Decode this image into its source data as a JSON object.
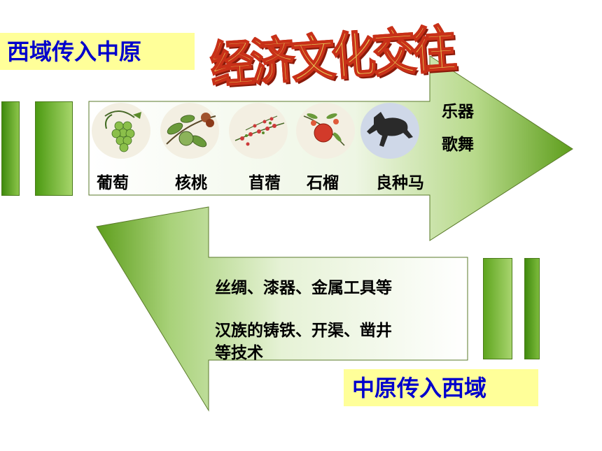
{
  "title": "经济文化交往",
  "west_to_central": {
    "label": "西域传入中原",
    "items": [
      "葡萄",
      "核桃",
      "苜蓿",
      "石榴",
      "良种马"
    ],
    "extra": [
      "乐器",
      "歌舞"
    ]
  },
  "central_to_west": {
    "label": "中原传入西域",
    "lines": [
      "丝绸、漆器、金属工具等",
      "汉族的铸铁、开渠、凿井",
      "等技术"
    ]
  },
  "colors": {
    "label_bg": "#ffff99",
    "label_text": "#0000cc",
    "arrow_green": "#6aa621",
    "title_fill": "#e8d25a",
    "title_stroke": "#c83018"
  }
}
